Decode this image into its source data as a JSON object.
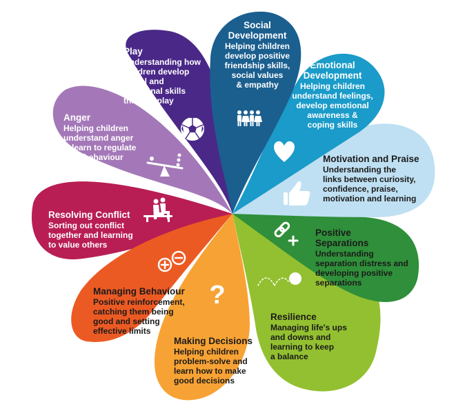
{
  "colors": {
    "social": "#1b5f8f",
    "emotional": "#1a9bc9",
    "motivation": "#bfe0f2",
    "separations": "#2f8f3a",
    "resilience": "#93c030",
    "decisions": "#f7a234",
    "managing": "#ec5a24",
    "conflict": "#b81e54",
    "anger": "#a478b8",
    "play": "#4a2887",
    "white": "#ffffff",
    "dark": "#1a1a1a"
  },
  "petals": [
    {
      "id": "social",
      "title": [
        "Social",
        "Development"
      ],
      "desc": [
        "Helping children",
        "develop positive",
        "friendship skills,",
        "social values",
        "& empathy"
      ],
      "icon": "people-icon"
    },
    {
      "id": "emotional",
      "title": [
        "Emotional",
        "Development"
      ],
      "desc": [
        "Helping children",
        "understand feelings,",
        "develop emotional",
        "awareness &",
        "coping skills"
      ],
      "icon": "heart-icon"
    },
    {
      "id": "motivation",
      "title": [
        "Motivation and Praise"
      ],
      "desc": [
        "Understanding the",
        "links between curiosity,",
        "confidence, praise,",
        "motivation and learning"
      ],
      "icon": "thumbs-up-icon"
    },
    {
      "id": "separations",
      "title": [
        "Positive",
        "Separations"
      ],
      "desc": [
        "Understanding",
        "separation distress and",
        "developing positive",
        "separations"
      ],
      "icon": "link-plus-icon"
    },
    {
      "id": "resilience",
      "title": [
        "Resilience"
      ],
      "desc": [
        "Managing life's ups",
        "and downs and",
        "learning to keep",
        "a balance"
      ],
      "icon": "bouncing-ball-icon"
    },
    {
      "id": "decisions",
      "title": [
        "Making Decisions"
      ],
      "desc": [
        "Helping children",
        "problem-solve and",
        "learn how to make",
        "good decisions"
      ],
      "icon": "question-mark-icon"
    },
    {
      "id": "managing",
      "title": [
        "Managing Behaviour"
      ],
      "desc": [
        "Positive reinforcement,",
        "catching them being",
        "good and setting",
        "effective limits"
      ],
      "icon": "plus-minus-icon"
    },
    {
      "id": "conflict",
      "title": [
        "Resolving Conflict"
      ],
      "desc": [
        "Sorting out conflict",
        "together and learning",
        "to value others"
      ],
      "icon": "two-people-sitting-icon"
    },
    {
      "id": "anger",
      "title": [
        "Anger"
      ],
      "desc": [
        "Helping children",
        "understand anger",
        "& learn to regulate",
        "their behaviour"
      ],
      "icon": "seesaw-icon"
    },
    {
      "id": "play",
      "title": [
        "Play"
      ],
      "desc": [
        "Understanding how",
        "children develop",
        "social and",
        "emotional skills",
        "through play"
      ],
      "icon": "football-icon"
    }
  ]
}
